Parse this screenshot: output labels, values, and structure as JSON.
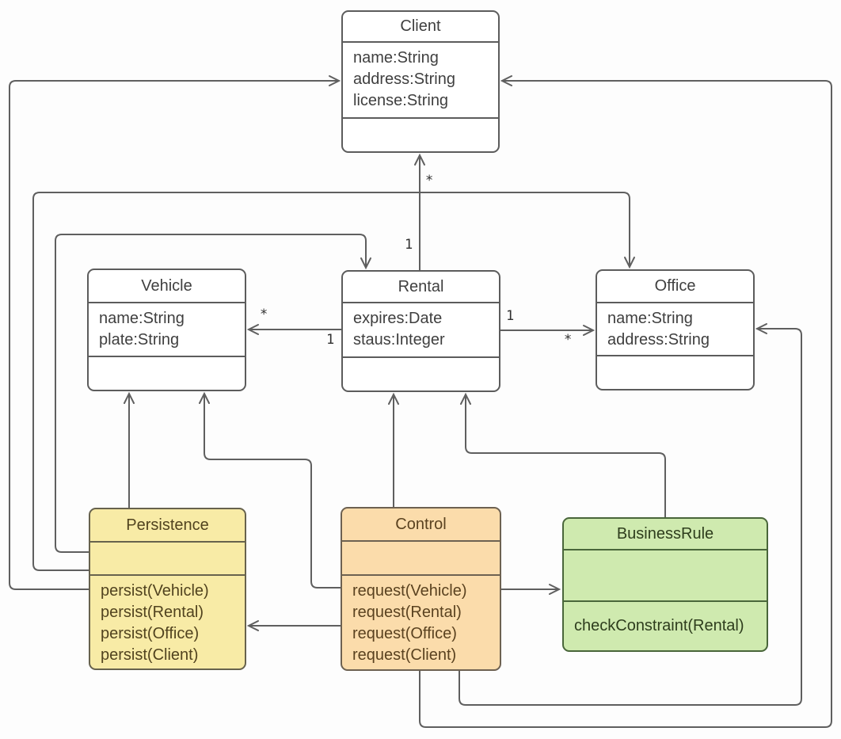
{
  "classes": {
    "client": {
      "title": "Client",
      "attributes": [
        "name:String",
        "address:String",
        "license:String"
      ],
      "methods": []
    },
    "vehicle": {
      "title": "Vehicle",
      "attributes": [
        "name:String",
        "plate:String"
      ],
      "methods": []
    },
    "rental": {
      "title": "Rental",
      "attributes": [
        "expires:Date",
        "staus:Integer"
      ],
      "methods": []
    },
    "office": {
      "title": "Office",
      "attributes": [
        "name:String",
        "address:String"
      ],
      "methods": []
    },
    "persistence": {
      "title": "Persistence",
      "attributes": [],
      "methods": [
        "persist(Vehicle)",
        "persist(Rental)",
        "persist(Office)",
        "persist(Client)"
      ]
    },
    "control": {
      "title": "Control",
      "attributes": [],
      "methods": [
        "request(Vehicle)",
        "request(Rental)",
        "request(Office)",
        "request(Client)"
      ]
    },
    "businessrule": {
      "title": "BusinessRule",
      "attributes": [],
      "methods": [
        "checkConstraint(Rental)"
      ]
    }
  },
  "multiplicities": {
    "rental_client": {
      "client_end": "*",
      "rental_end": "1"
    },
    "rental_vehicle": {
      "vehicle_end": "*",
      "rental_end": "1"
    },
    "rental_office": {
      "office_end": "*",
      "rental_end": "1"
    }
  },
  "relationships": [
    {
      "from": "Rental",
      "to": "Client",
      "arrow": "open",
      "from_label": "1",
      "to_label": "*"
    },
    {
      "from": "Rental",
      "to": "Vehicle",
      "arrow": "open",
      "from_label": "1",
      "to_label": "*"
    },
    {
      "from": "Rental",
      "to": "Office",
      "arrow": "open",
      "from_label": "1",
      "to_label": "*"
    },
    {
      "from": "Persistence",
      "to": "Client",
      "arrow": "open"
    },
    {
      "from": "Persistence",
      "to": "Office",
      "arrow": "open"
    },
    {
      "from": "Persistence",
      "to": "Rental",
      "arrow": "open"
    },
    {
      "from": "Persistence",
      "to": "Vehicle",
      "arrow": "open"
    },
    {
      "from": "Control",
      "to": "Vehicle",
      "arrow": "open"
    },
    {
      "from": "Control",
      "to": "Rental",
      "arrow": "open"
    },
    {
      "from": "Control",
      "to": "Persistence",
      "arrow": "open"
    },
    {
      "from": "Control",
      "to": "BusinessRule",
      "arrow": "open"
    },
    {
      "from": "Control",
      "to": "Client",
      "arrow": "open"
    },
    {
      "from": "Control",
      "to": "Office",
      "arrow": "open"
    },
    {
      "from": "BusinessRule",
      "to": "Rental",
      "arrow": "open"
    }
  ],
  "colors": {
    "canvas_bg": "#fdfdfd",
    "box_fill": "#ffffff",
    "box_border": "#5c5c5c",
    "box_text": "#3f3f3f",
    "persistence_fill": "#f8eba6",
    "persistence_border": "#67624d",
    "persistence_text": "#51431f",
    "control_fill": "#fbdcab",
    "control_border": "#6d6151",
    "control_text": "#5a4220",
    "businessrule_fill": "#cfeaaf",
    "businessrule_border": "#49663a",
    "businessrule_text": "#2e3d1d",
    "connector": "#5f5f5f",
    "multiplicity_text": "#2f2f2f"
  }
}
